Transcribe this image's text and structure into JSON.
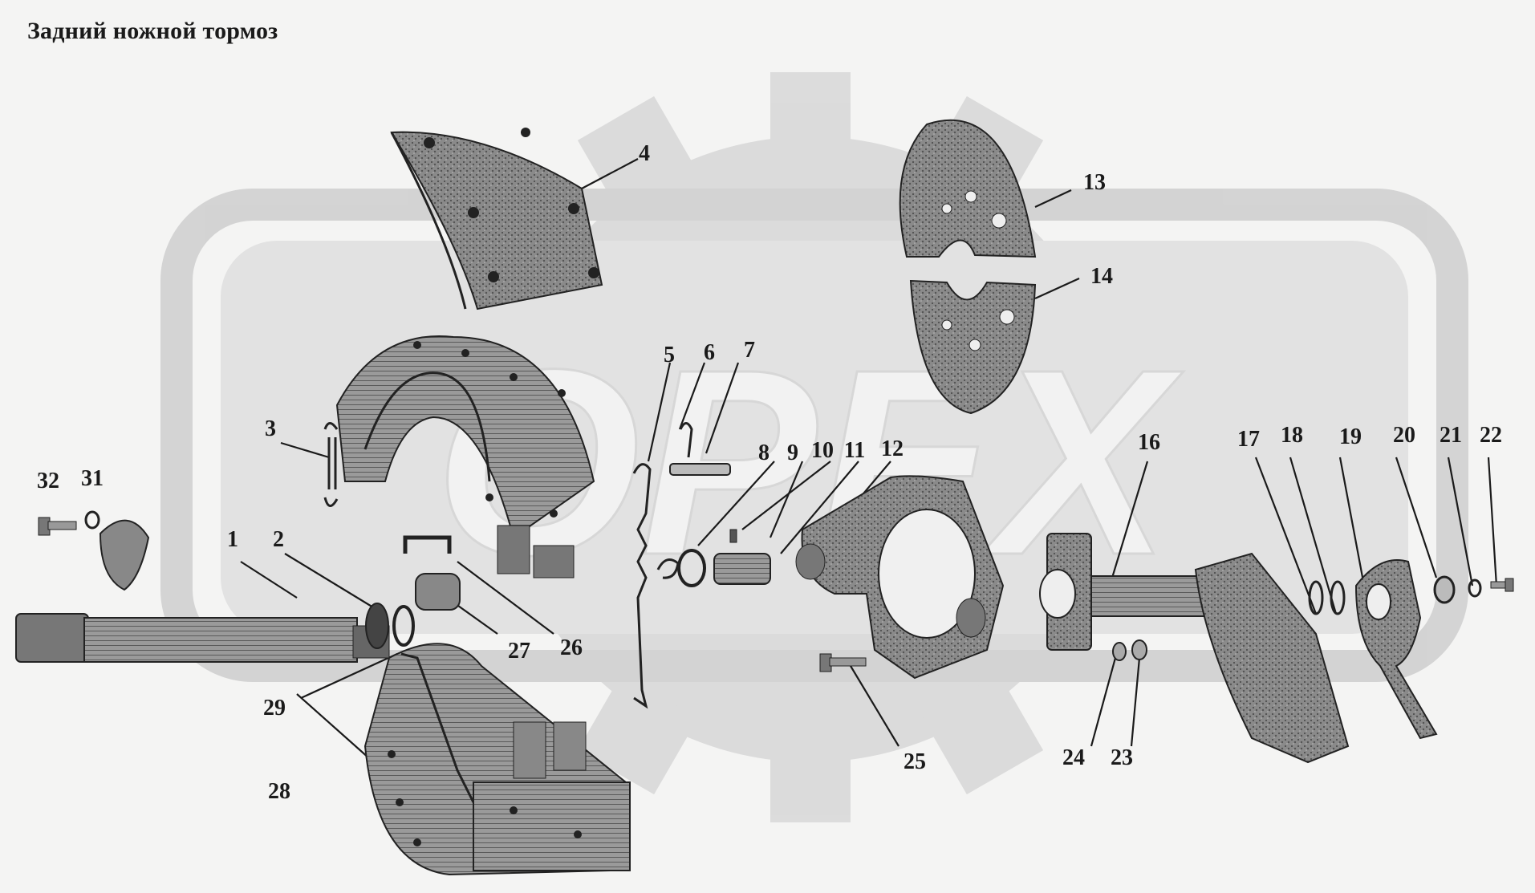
{
  "title": "Задний ножной тормоз",
  "watermark": {
    "text": "OPEX",
    "color": "#d6d6d6"
  },
  "part_numbers": {
    "p1": "1",
    "p2": "2",
    "p3": "3",
    "p4": "4",
    "p5": "5",
    "p6": "6",
    "p7": "7",
    "p8": "8",
    "p9": "9",
    "p10": "10",
    "p11": "11",
    "p12": "12",
    "p13": "13",
    "p14": "14",
    "p16": "16",
    "p17": "17",
    "p18": "18",
    "p19": "19",
    "p20": "20",
    "p21": "21",
    "p22": "22",
    "p23": "23",
    "p24": "24",
    "p25": "25",
    "p26": "26",
    "p27": "27",
    "p28": "28",
    "p29": "29",
    "p31": "31",
    "p32": "32"
  },
  "colors": {
    "ink": "#1a1a1a",
    "part_fill": "#8c8c8c",
    "part_dark": "#555555",
    "background": "#f4f4f3"
  }
}
